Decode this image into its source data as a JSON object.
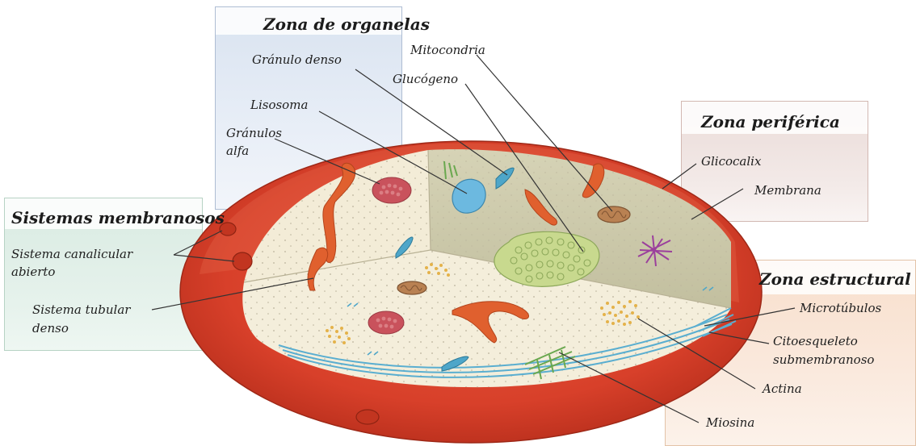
{
  "zones": {
    "organelas": "Zona de organelas",
    "periferica": "Zona periférica",
    "membranosos": "Sistemas membranosos",
    "estructural": "Zona estructural"
  },
  "labels": {
    "granulo_denso": "Gránulo denso",
    "mitocondria": "Mitocondria",
    "glucogeno": "Glucógeno",
    "lisosoma": "Lisosoma",
    "granulos_alfa_1": "Gránulos",
    "granulos_alfa_2": "alfa",
    "glicocalix": "Glicocalix",
    "membrana": "Membrana",
    "canalicular_1": "Sistema canalicular",
    "canalicular_2": "abierto",
    "tubular_1": "Sistema tubular",
    "tubular_2": "denso",
    "microtubulos": "Microtúbulos",
    "citoesqueleto_1": "Citoesqueleto",
    "citoesqueleto_2": "submembranoso",
    "actina": "Actina",
    "miosina": "Miosina"
  },
  "colors": {
    "membrane_red": "#d83a22",
    "cytoplasm": "#f3eedb",
    "back_wall": "#c9c5a6",
    "tubule_orange": "#e0602e",
    "microtubule_blue": "#5aaed0",
    "actin_yellow": "#e4b24a",
    "glycogen_green": "#c8d98e",
    "myosin_green": "#6aa84f",
    "dense_granule_blue": "#4ea6c9",
    "alpha_granule_pink": "#c7505a"
  }
}
